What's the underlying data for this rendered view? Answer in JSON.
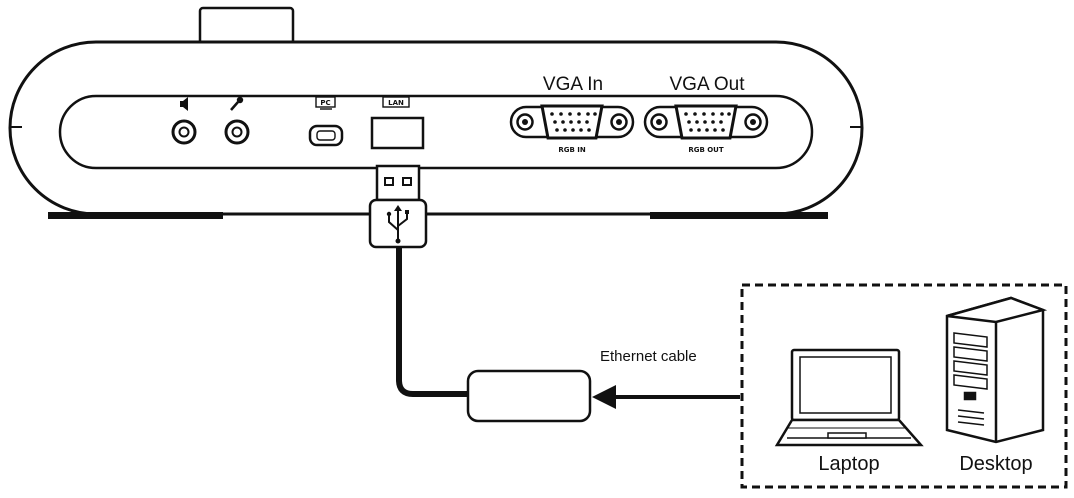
{
  "device": {
    "vga_in_label": "VGA In",
    "vga_out_label": "VGA Out",
    "rgb_in_text": "RGB IN",
    "rgb_out_text": "RGB OUT",
    "pc_icon_text": "PC",
    "lan_icon_text": "LAN"
  },
  "cable": {
    "label": "Ethernet cable"
  },
  "computers": {
    "laptop_label": "Laptop",
    "desktop_label": "Desktop"
  },
  "icons": [
    "speaker-icon",
    "microphone-icon",
    "pc-icon",
    "lan-icon",
    "usb-icon",
    "laptop-icon",
    "desktop-tower-icon"
  ],
  "colors": {
    "line": "#111111",
    "background": "#ffffff"
  }
}
